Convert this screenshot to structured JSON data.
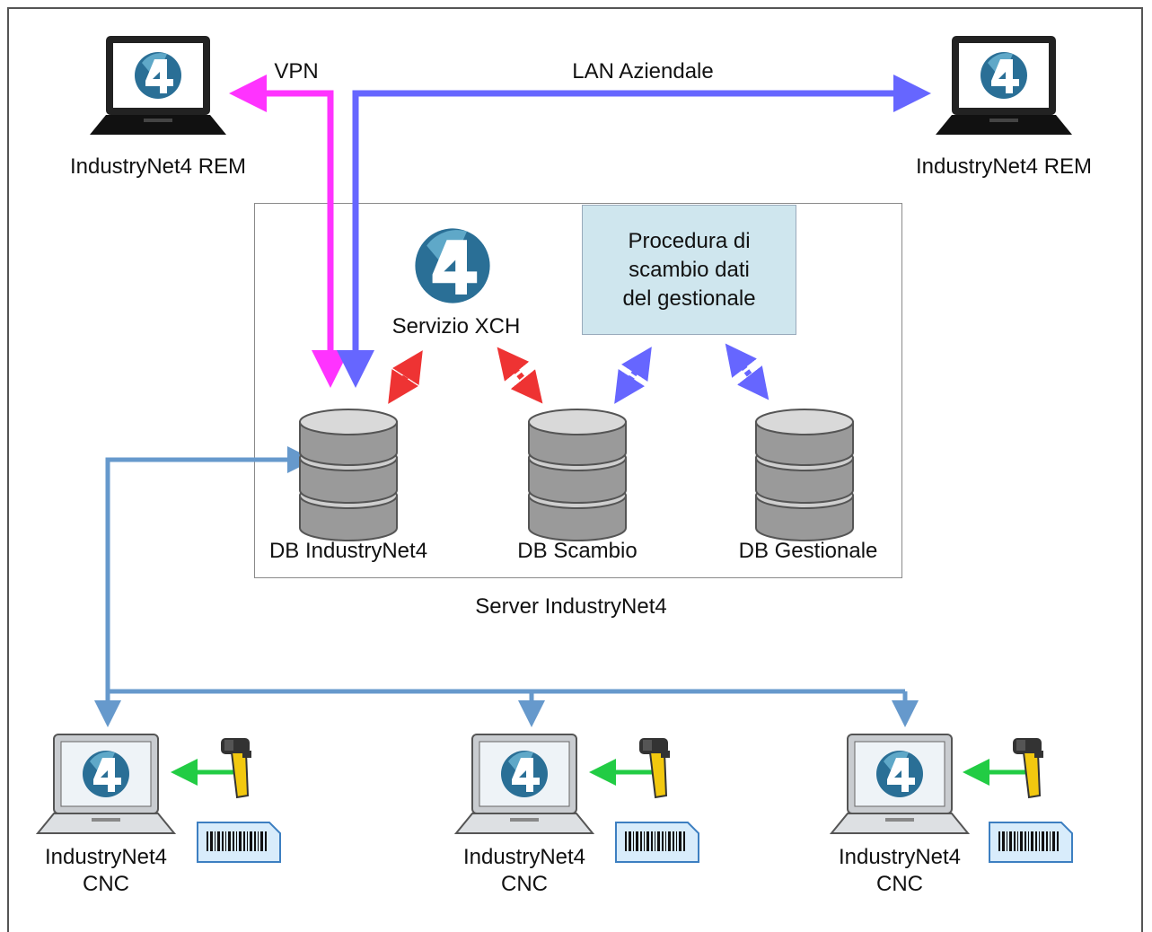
{
  "connections": {
    "vpn_label": "VPN",
    "lan_label": "LAN Aziendale"
  },
  "clients_rem": [
    {
      "label": "IndustryNet4 REM"
    },
    {
      "label": "IndustryNet4 REM"
    }
  ],
  "server": {
    "label": "Server IndustryNet4",
    "service_label": "Servizio XCH",
    "procedure_lines": [
      "Procedura di",
      "scambio dati",
      "del gestionale"
    ],
    "databases": [
      {
        "label": "DB IndustryNet4"
      },
      {
        "label": "DB Scambio"
      },
      {
        "label": "DB Gestionale"
      }
    ]
  },
  "clients_cnc": [
    {
      "line1": "IndustryNet4",
      "line2": "CNC"
    },
    {
      "line1": "IndustryNet4",
      "line2": "CNC"
    },
    {
      "line1": "IndustryNet4",
      "line2": "CNC"
    }
  ],
  "icons": {
    "logo": "industrynet4-logo-icon",
    "laptop": "laptop-icon",
    "database": "database-icon",
    "scanner": "barcode-scanner-icon",
    "barcode_label": "barcode-label-icon"
  },
  "colors": {
    "vpn": "#ff33ff",
    "lan": "#6666ff",
    "xch": "#ee3333",
    "procedure": "#6666ff",
    "cnc_network": "#6699cc",
    "scanner": "#22cc44",
    "procedure_bg": "#cfe6ee"
  }
}
